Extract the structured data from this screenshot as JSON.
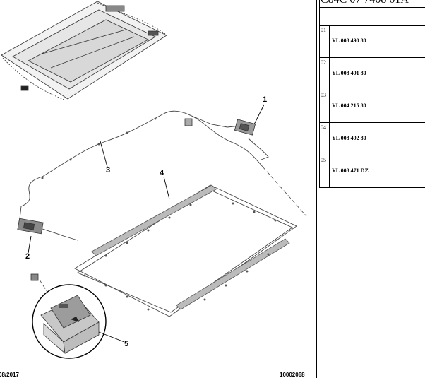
{
  "header": {
    "doc_code": "C84C 07 7408 01A"
  },
  "parts": [
    {
      "index": "01",
      "reference": "YL 008 490 80"
    },
    {
      "index": "02",
      "reference": "YL 008 491 80"
    },
    {
      "index": "03",
      "reference": "YL 004 215 80"
    },
    {
      "index": "04",
      "reference": "YL 008 492 80"
    },
    {
      "index": "05",
      "reference": "YL 008 471 DZ"
    }
  ],
  "callouts": [
    "1",
    "2",
    "3",
    "4",
    "5"
  ],
  "footer": {
    "date": "08/2017",
    "drawing_number": "10002068"
  }
}
